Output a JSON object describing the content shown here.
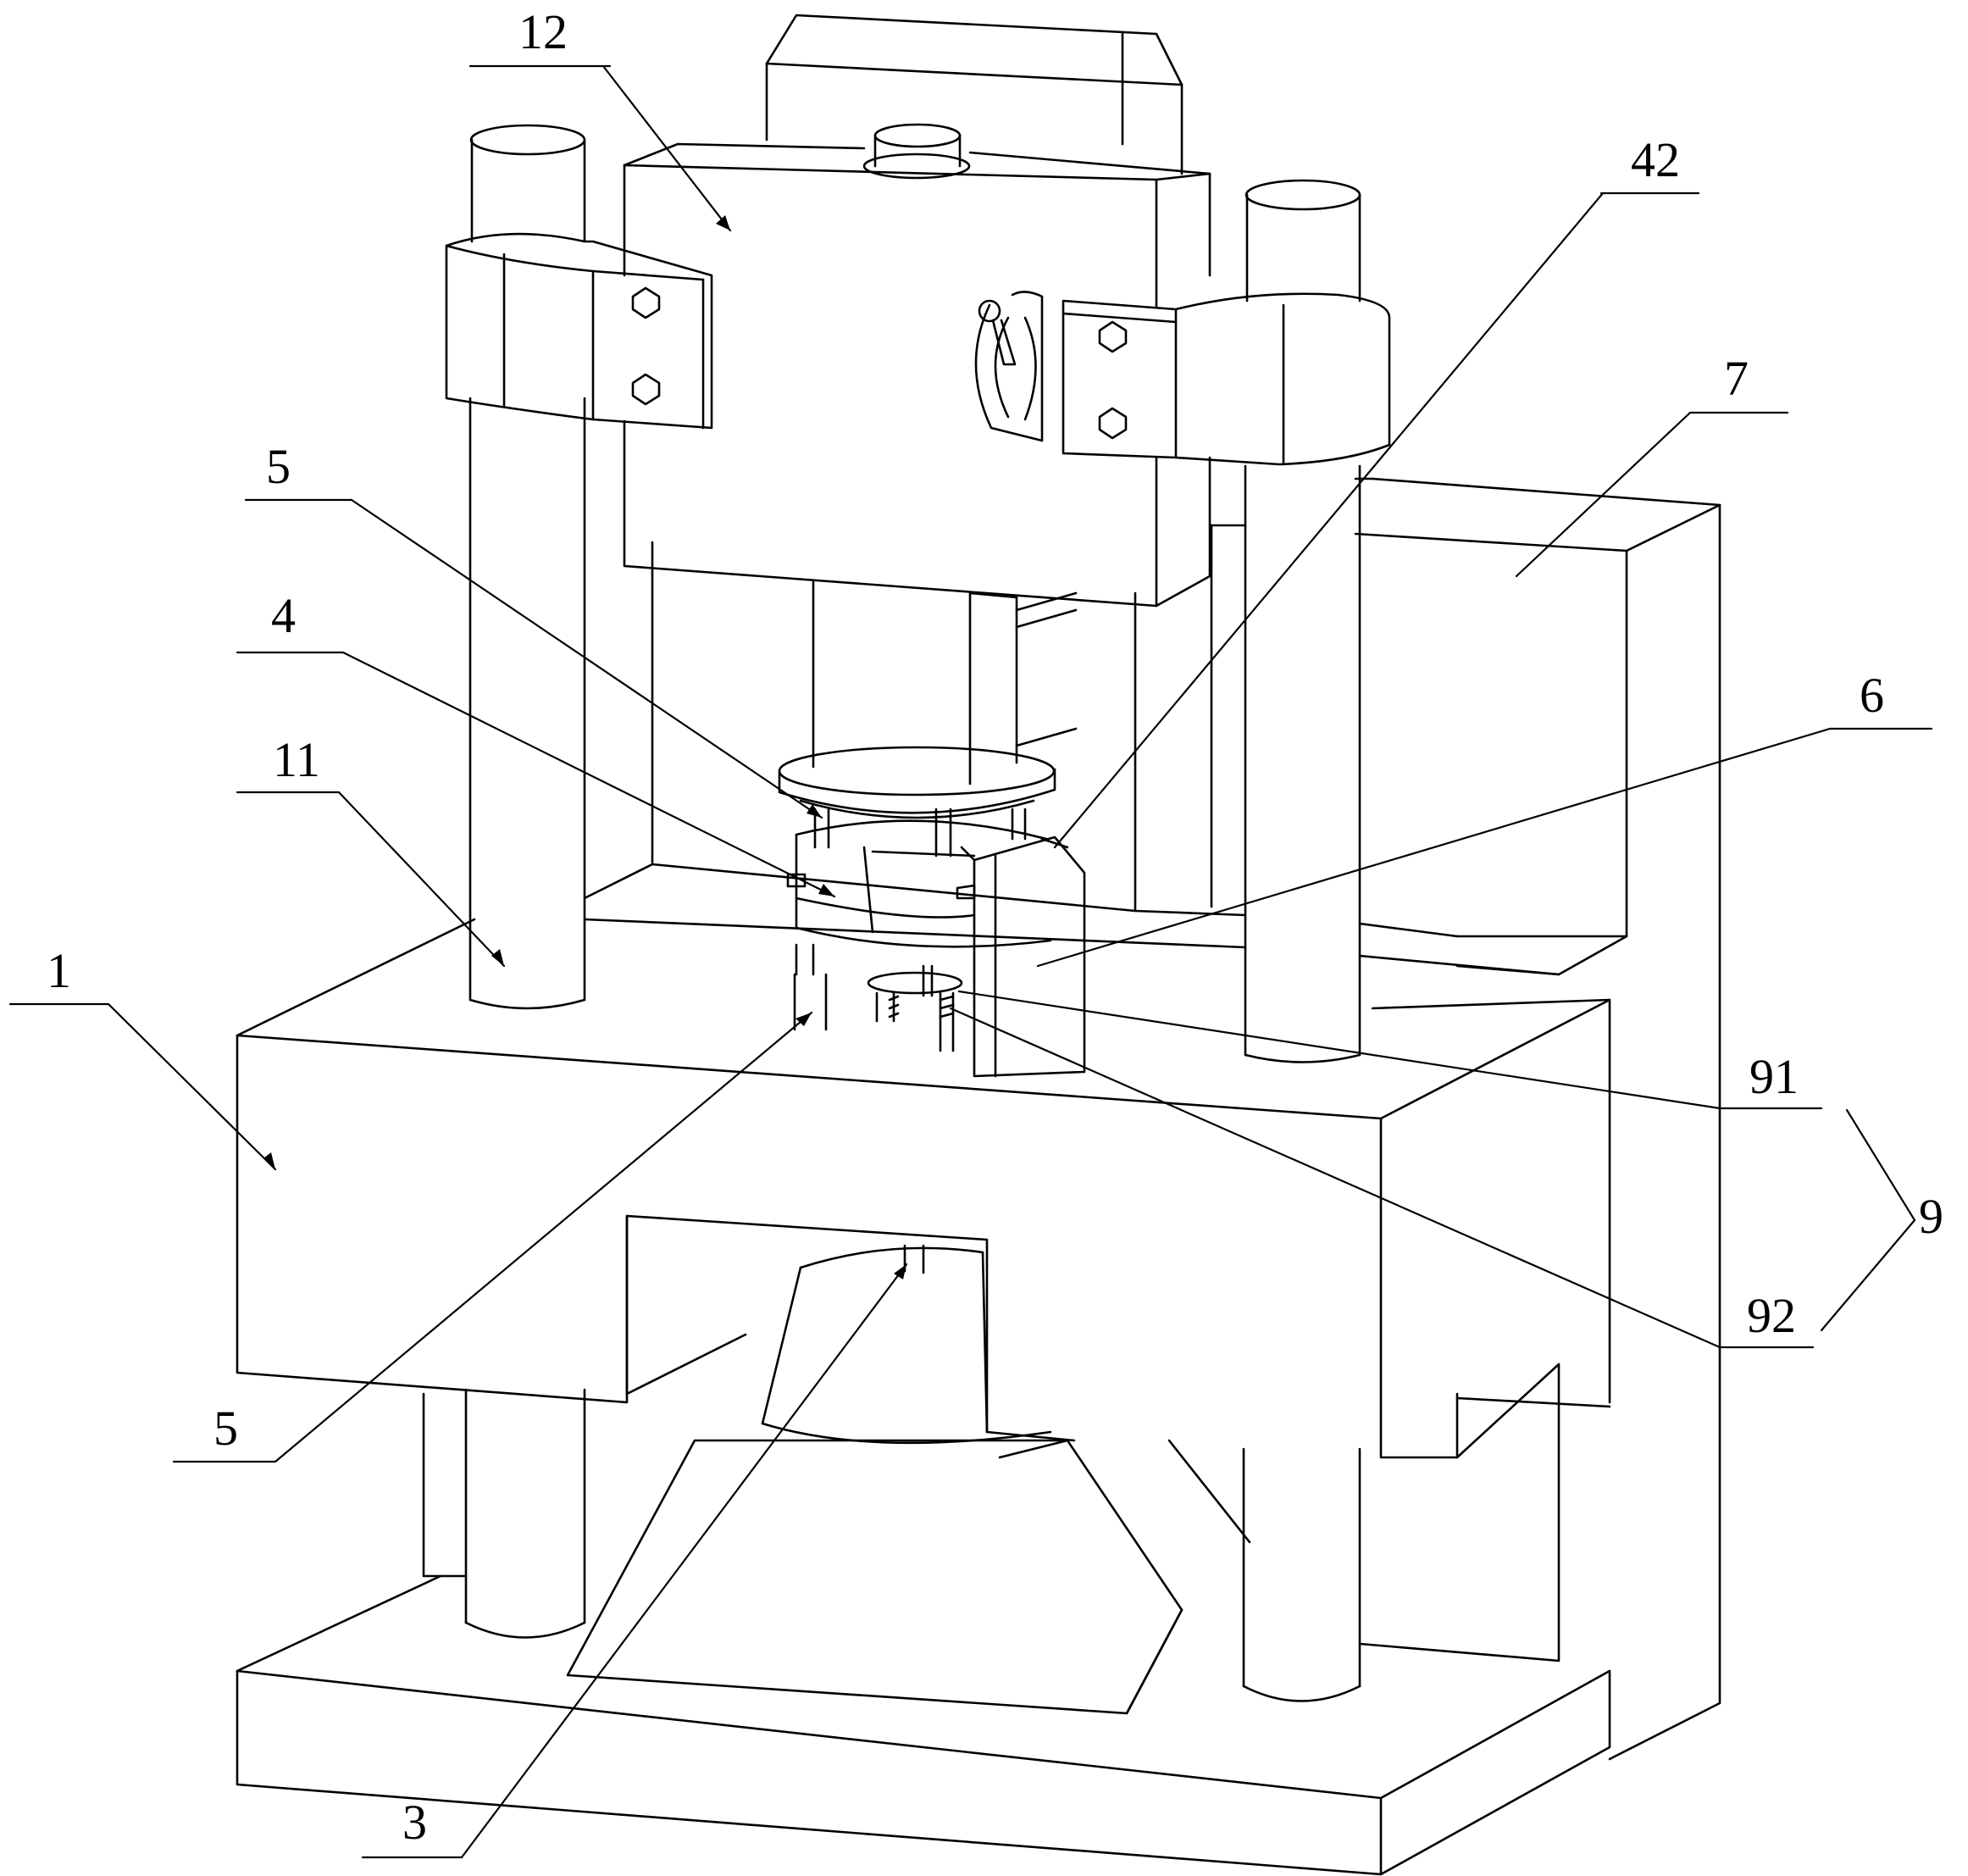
{
  "labels": {
    "l12": "12",
    "l42": "42",
    "l7": "7",
    "l5a": "5",
    "l4": "4",
    "l6": "6",
    "l11": "11",
    "l1": "1",
    "l91": "91",
    "l9": "9",
    "l92": "92",
    "l5b": "5",
    "l3": "3"
  }
}
